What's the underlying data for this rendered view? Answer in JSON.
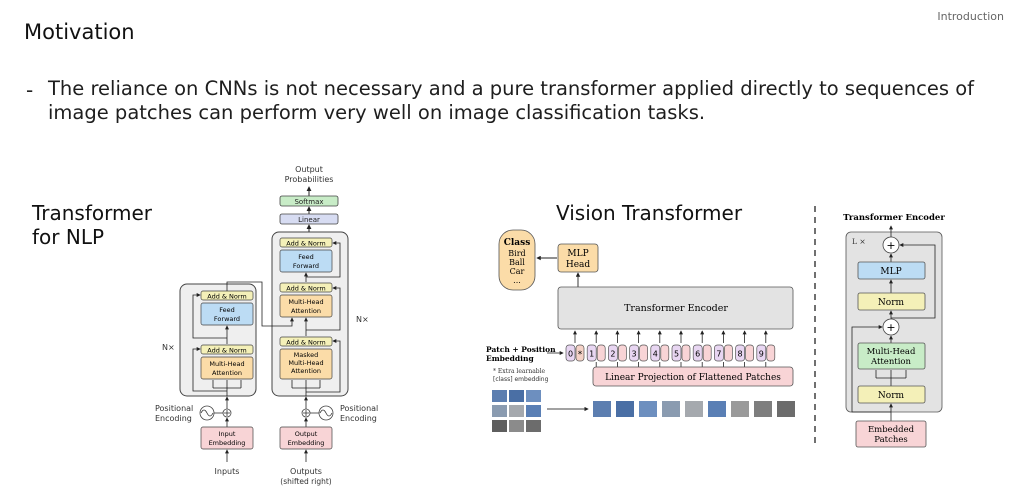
{
  "header": {
    "section": "Introduction",
    "title": "Motivation"
  },
  "bullet": {
    "dash": "-",
    "text": "The reliance on CNNs is not necessary and a pure transformer applied directly to sequences of image patches can perform very well on image classification tasks."
  },
  "nlp": {
    "label": "Transformer for NLP",
    "output_probabilities": [
      "Output",
      "Probabilities"
    ],
    "softmax": "Softmax",
    "linear": "Linear",
    "add_norm": "Add & Norm",
    "feed_forward": [
      "Feed",
      "Forward"
    ],
    "multi_head_attention": [
      "Multi-Head",
      "Attention"
    ],
    "masked_mha": [
      "Masked",
      "Multi-Head",
      "Attention"
    ],
    "nx": "N×",
    "positional_encoding": [
      "Positional",
      "Encoding"
    ],
    "input_embedding": [
      "Input",
      "Embedding"
    ],
    "output_embedding": [
      "Output",
      "Embedding"
    ],
    "inputs": "Inputs",
    "outputs": [
      "Outputs",
      "(shifted right)"
    ]
  },
  "vit": {
    "label": "Vision Transformer",
    "class_box": [
      "Class",
      "Bird",
      "Ball",
      "Car",
      "..."
    ],
    "mlp_head": [
      "MLP",
      "Head"
    ],
    "transformer_encoder": "Transformer Encoder",
    "patch_position": [
      "Patch + Position",
      "Embedding"
    ],
    "extra_note": [
      "* Extra learnable",
      "[class] embedding"
    ],
    "tokens": [
      "0",
      "1",
      "2",
      "3",
      "4",
      "5",
      "6",
      "7",
      "8",
      "9"
    ],
    "linear_projection": "Linear Projection of Flattened Patches"
  },
  "encoder": {
    "title": "Transformer Encoder",
    "lx": "L ×",
    "mlp": "MLP",
    "norm": "Norm",
    "mha": [
      "Multi-Head",
      "Attention"
    ],
    "plus": "+",
    "embedded_patches": [
      "Embedded",
      "Patches"
    ]
  }
}
